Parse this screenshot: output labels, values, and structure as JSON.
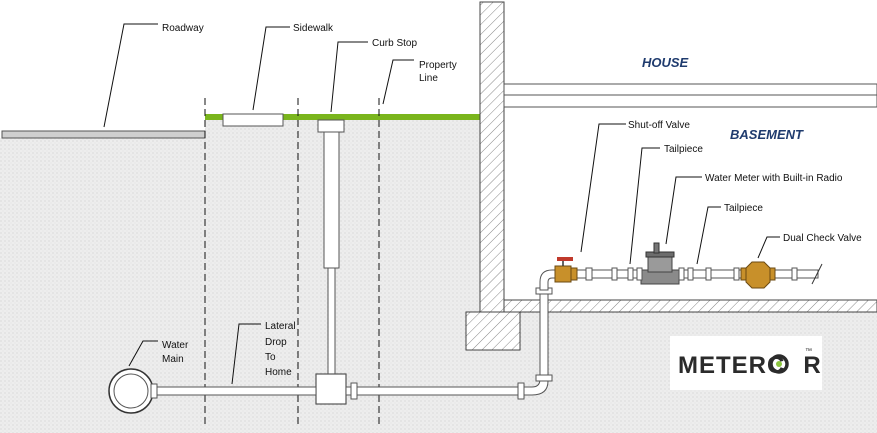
{
  "labels": {
    "roadway": "Roadway",
    "sidewalk": "Sidewalk",
    "curb_stop": "Curb Stop",
    "property_line": [
      "Property",
      "Line"
    ],
    "shutoff_valve": "Shut-off Valve",
    "tailpiece_1": "Tailpiece",
    "water_meter": "Water Meter with Built-in Radio",
    "tailpiece_2": "Tailpiece",
    "dual_check_valve": "Dual Check Valve",
    "water_main": [
      "Water",
      "Main"
    ],
    "lateral": [
      "Lateral",
      "Drop",
      "To",
      "Home"
    ]
  },
  "zones": {
    "house": "HOUSE",
    "basement": "BASEMENT"
  },
  "logo": {
    "text_before": "METERC",
    "text_after": "R",
    "trademark": "™"
  },
  "colors": {
    "grass": "#7ab51d",
    "soil": "#ececec",
    "brass": "#c8902a",
    "handle": "#c0392b",
    "text_zone": "#1f3b6e",
    "logo_accent": "#8cc63f"
  }
}
